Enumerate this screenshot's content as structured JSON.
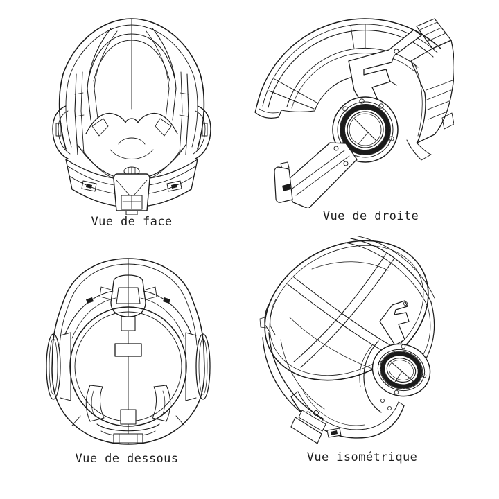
{
  "page": {
    "background_color": "#ffffff",
    "line_color": "#1b1b1b",
    "label_color": "#1d1d1d",
    "subject": "Helmet technical drawing, four orthographic views"
  },
  "views": [
    {
      "id": "front",
      "label": "Vue de face"
    },
    {
      "id": "right",
      "label": "Vue de droite"
    },
    {
      "id": "bottom",
      "label": "Vue de dessous"
    },
    {
      "id": "isometric",
      "label": "Vue isométrique"
    }
  ]
}
